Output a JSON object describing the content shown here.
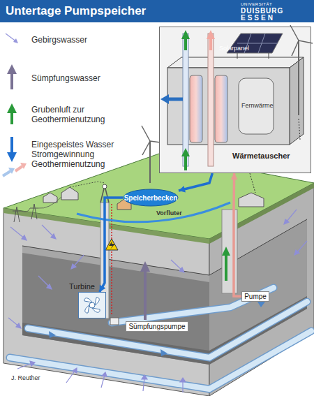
{
  "diagram": {
    "title": "Untertage Pumpspeicher",
    "nodes": [
      {
        "text": [
          "Wärmetauscher"
        ]
      },
      {
        "text": [
          "Speicherbecken"
        ]
      },
      {
        "text": [
          "Turbine"
        ]
      },
      {
        "text": [
          "Pumpe"
        ]
      },
      {
        "text": [
          "Sümpfungspumpe"
        ]
      }
    ],
    "edges": [
      {
        "from": 1,
        "to": 2,
        "arrow": "to"
      },
      {
        "from": 3,
        "to": 0,
        "arrow": "to"
      },
      {
        "from": 0,
        "to": 1,
        "arrow": "to"
      }
    ],
    "labels": [
      "UNIVERSITÄT",
      "DUISBURG",
      "ESSEN",
      "Solarpanel",
      "Fernwärme",
      "Vorfluter",
      "J. Reuther"
    ],
    "legend": [
      {
        "text": "Gebirgswasser"
      },
      {
        "text": "Sümpfungswasser"
      },
      {
        "text": "Grubenluft zur Geothermienutzung"
      },
      {
        "text": "Eingespeistes Wasser Stromgewinnung Geothermienutzung"
      }
    ]
  }
}
